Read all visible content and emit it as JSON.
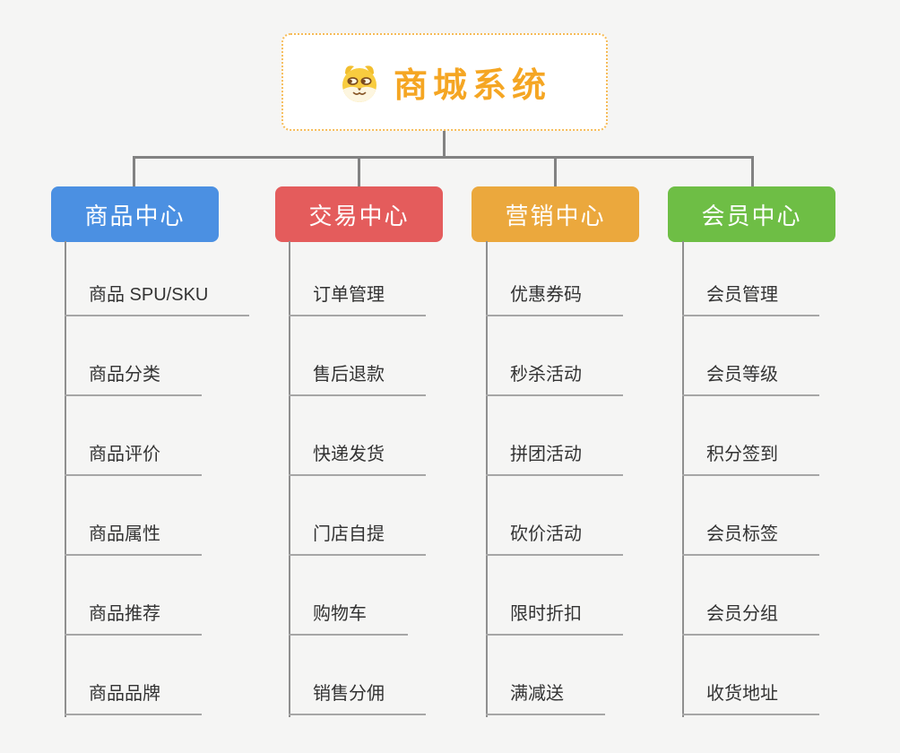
{
  "page": {
    "background_color": "#f5f5f4",
    "connector_color": "#828282",
    "trunk_color": "#8f8f8f",
    "underline_color": "#a6a6a6",
    "leaf_text_color": "#333333"
  },
  "root": {
    "title": "商城系统",
    "color": "#f5a623",
    "border_color": "#f6bc59",
    "icon": "doge-icon"
  },
  "branches": [
    {
      "label": "商品中心",
      "color": "#4b90e2",
      "items": [
        "商品 SPU/SKU",
        "商品分类",
        "商品评价",
        "商品属性",
        "商品推荐",
        "商品品牌"
      ]
    },
    {
      "label": "交易中心",
      "color": "#e45c5c",
      "items": [
        "订单管理",
        "售后退款",
        "快递发货",
        "门店自提",
        "购物车",
        "销售分佣"
      ]
    },
    {
      "label": "营销中心",
      "color": "#eba83d",
      "items": [
        "优惠券码",
        "秒杀活动",
        "拼团活动",
        "砍价活动",
        "限时折扣",
        "满减送"
      ]
    },
    {
      "label": "会员中心",
      "color": "#6ebe45",
      "items": [
        "会员管理",
        "会员等级",
        "积分签到",
        "会员标签",
        "会员分组",
        "收货地址"
      ]
    }
  ]
}
